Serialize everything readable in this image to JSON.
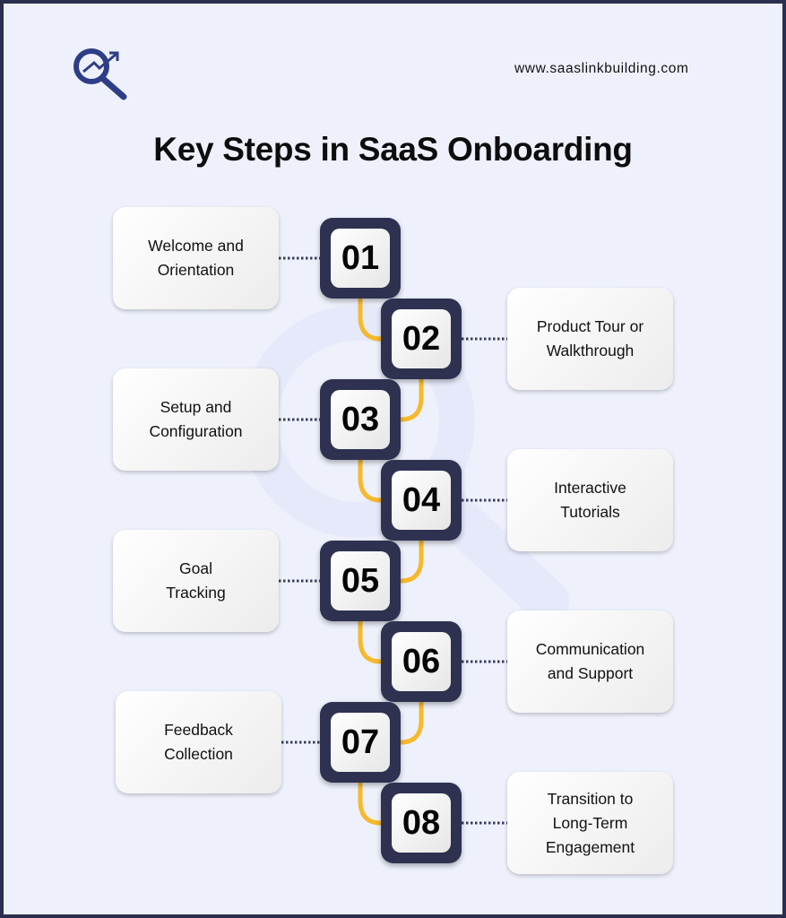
{
  "header": {
    "url": "www.saaslinkbuilding.com",
    "title": "Key Steps in SaaS Onboarding"
  },
  "colors": {
    "navy": "#2e3250",
    "connector": "#f6b92b",
    "background": "#eef1fc",
    "logo": "#2e3e86"
  },
  "steps": [
    {
      "number": "01",
      "label": "Welcome and\nOrientation"
    },
    {
      "number": "02",
      "label": "Product Tour or\nWalkthrough"
    },
    {
      "number": "03",
      "label": "Setup and\nConfiguration"
    },
    {
      "number": "04",
      "label": "Interactive\nTutorials"
    },
    {
      "number": "05",
      "label": "Goal\nTracking"
    },
    {
      "number": "06",
      "label": "Communication\nand Support"
    },
    {
      "number": "07",
      "label": "Feedback\nCollection"
    },
    {
      "number": "08",
      "label": "Transition to\nLong-Term\nEngagement"
    }
  ]
}
